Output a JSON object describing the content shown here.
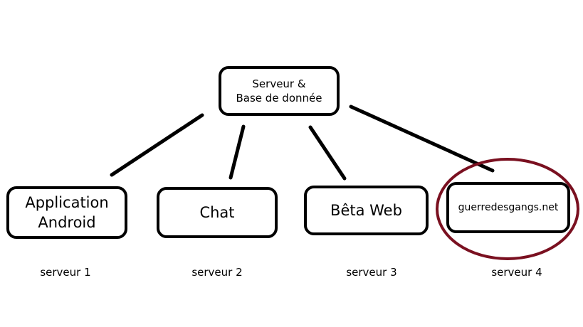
{
  "root": {
    "label": "Serveur &\nBase de donnée"
  },
  "nodes": [
    {
      "label": "Application\nAndroid",
      "server": "serveur 1"
    },
    {
      "label": "Chat",
      "server": "serveur 2"
    },
    {
      "label": "Bêta Web",
      "server": "serveur 3"
    },
    {
      "label": "guerredesgangs.net",
      "server": "serveur 4",
      "highlighted": true
    }
  ],
  "colors": {
    "stroke": "#000000",
    "highlight_circle": "#7a1020",
    "background": "#ffffff"
  }
}
